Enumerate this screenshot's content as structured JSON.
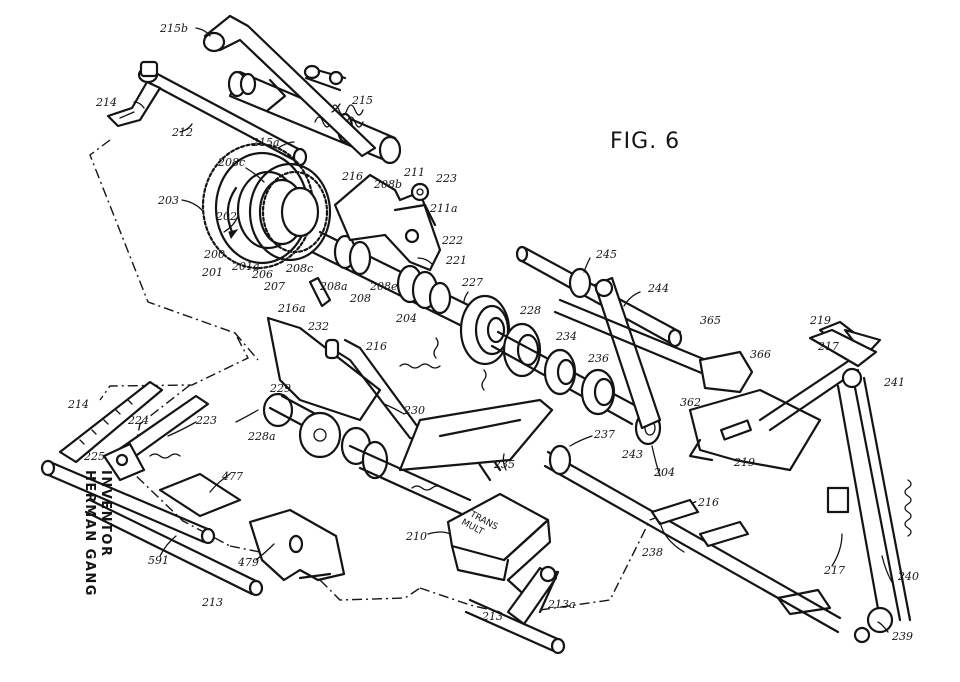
{
  "figure_title": "FIG. 6",
  "inventor": {
    "heading": "INVENTOR",
    "name": "HERMAN GANG"
  },
  "box_label": {
    "line1": "TRANS",
    "line2": "MULT"
  },
  "references": [
    {
      "key": "r215b",
      "text": "215b"
    },
    {
      "key": "r214a",
      "text": "214"
    },
    {
      "key": "r212",
      "text": "212"
    },
    {
      "key": "r215",
      "text": "215"
    },
    {
      "key": "r215a",
      "text": "215a"
    },
    {
      "key": "r208c",
      "text": "208c"
    },
    {
      "key": "r216b",
      "text": "216"
    },
    {
      "key": "r211",
      "text": "211"
    },
    {
      "key": "r223a",
      "text": "223"
    },
    {
      "key": "r208b",
      "text": "208b"
    },
    {
      "key": "r211a",
      "text": "211a"
    },
    {
      "key": "r203",
      "text": "203"
    },
    {
      "key": "r202",
      "text": "202"
    },
    {
      "key": "r222",
      "text": "222"
    },
    {
      "key": "r200",
      "text": "200"
    },
    {
      "key": "r201",
      "text": "201"
    },
    {
      "key": "r201a",
      "text": "201a"
    },
    {
      "key": "r206",
      "text": "206"
    },
    {
      "key": "r207",
      "text": "207"
    },
    {
      "key": "r208c2",
      "text": "208c"
    },
    {
      "key": "r208a",
      "text": "208a"
    },
    {
      "key": "r208",
      "text": "208"
    },
    {
      "key": "r208e",
      "text": "208e"
    },
    {
      "key": "r221",
      "text": "221"
    },
    {
      "key": "r227",
      "text": "227"
    },
    {
      "key": "r245",
      "text": "245"
    },
    {
      "key": "r244",
      "text": "244"
    },
    {
      "key": "r216a",
      "text": "216a"
    },
    {
      "key": "r232",
      "text": "232"
    },
    {
      "key": "r204a",
      "text": "204"
    },
    {
      "key": "r228",
      "text": "228"
    },
    {
      "key": "r365",
      "text": "365"
    },
    {
      "key": "r219a",
      "text": "219"
    },
    {
      "key": "r217a",
      "text": "217"
    },
    {
      "key": "r216c",
      "text": "216"
    },
    {
      "key": "r234",
      "text": "234"
    },
    {
      "key": "r366",
      "text": "366"
    },
    {
      "key": "r236",
      "text": "236"
    },
    {
      "key": "r241",
      "text": "241"
    },
    {
      "key": "r229",
      "text": "229"
    },
    {
      "key": "r362",
      "text": "362"
    },
    {
      "key": "r214b",
      "text": "214"
    },
    {
      "key": "r230",
      "text": "230"
    },
    {
      "key": "r228a",
      "text": "228a"
    },
    {
      "key": "r224",
      "text": "224"
    },
    {
      "key": "r223b",
      "text": "223"
    },
    {
      "key": "r237",
      "text": "237"
    },
    {
      "key": "r225",
      "text": "225"
    },
    {
      "key": "r243",
      "text": "243"
    },
    {
      "key": "r204b",
      "text": "204"
    },
    {
      "key": "r219b",
      "text": "219"
    },
    {
      "key": "r235",
      "text": "235"
    },
    {
      "key": "r477",
      "text": "477"
    },
    {
      "key": "r216d",
      "text": "216"
    },
    {
      "key": "r210",
      "text": "210"
    },
    {
      "key": "r238",
      "text": "238"
    },
    {
      "key": "r591",
      "text": "591"
    },
    {
      "key": "r479",
      "text": "479"
    },
    {
      "key": "r217b",
      "text": "217"
    },
    {
      "key": "r240",
      "text": "240"
    },
    {
      "key": "r213a",
      "text": "213"
    },
    {
      "key": "r213b",
      "text": "213"
    },
    {
      "key": "r213c",
      "text": "213a"
    },
    {
      "key": "r239",
      "text": "239"
    }
  ]
}
